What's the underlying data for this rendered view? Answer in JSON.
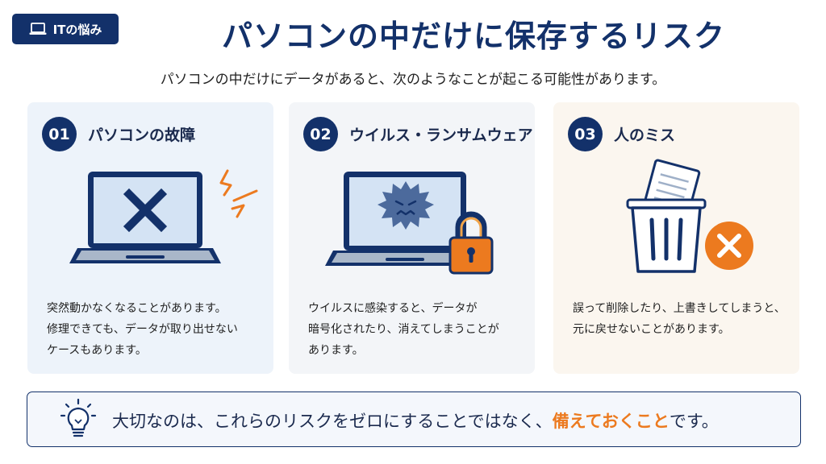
{
  "badge": {
    "icon": "laptop-icon",
    "label": "ITの悩み"
  },
  "title": "パソコンの中だけに保存するリスク",
  "subtitle": "パソコンの中だけにデータがあると、次のようなことが起こる可能性があります。",
  "cards": [
    {
      "number": "01",
      "title": "パソコンの故障",
      "icon": "broken-laptop-icon",
      "lines": [
        "突然動かなくなることがあります。",
        "修理できても、データが取り出せない",
        "ケースもあります。"
      ]
    },
    {
      "number": "02",
      "title": "ウイルス・ランサムウェア",
      "icon": "virus-laptop-lock-icon",
      "lines": [
        "ウイルスに感染すると、データが",
        "暗号化されたり、消えてしまうことが",
        "あります。"
      ]
    },
    {
      "number": "03",
      "title": "人のミス",
      "icon": "trash-delete-icon",
      "lines": [
        "誤って削除したり、上書きしてしまうと、",
        "元に戻せないことがあります。"
      ]
    }
  ],
  "bottom": {
    "icon": "lightbulb-icon",
    "text_before": "大切なのは、これらのリスクをゼロにすることではなく、",
    "highlight": "備えておくこと",
    "text_after": "です。"
  },
  "colors": {
    "navy": "#13316a",
    "accent": "#ec7a1f"
  }
}
